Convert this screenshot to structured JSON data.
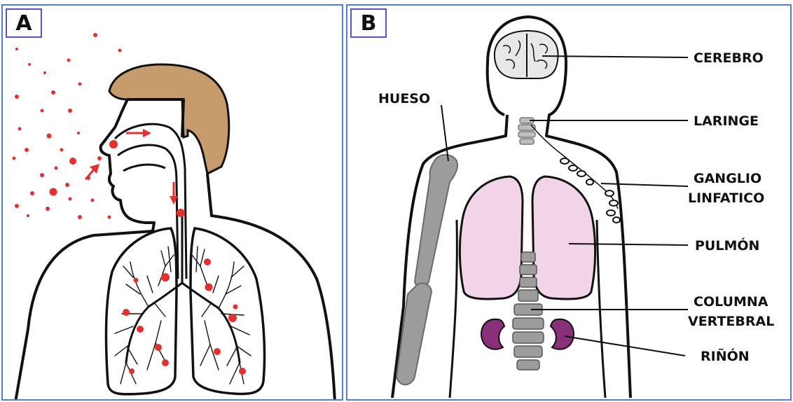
{
  "panels": [
    {
      "badge": "A"
    },
    {
      "badge": "B"
    }
  ],
  "labels": {
    "hueso": "HUESO",
    "cerebro": "CEREBRO",
    "laringe": "LARINGE",
    "ganglio_line1": "GANGLIO",
    "ganglio_line2": "LINFATICO",
    "pulmon": "PULMÓN",
    "columna_line1": "COLUMNA",
    "columna_line2": "VERTEBRAL",
    "rinon": "RIÑÓN"
  },
  "colors": {
    "outline": "#111111",
    "hair": "#c69c6d",
    "droplet": "#e53030",
    "lung": "#f1d4e8",
    "kidney": "#8a2f7a",
    "bone": "#9c9c9c",
    "frame": "#4f7fd0",
    "badge_border": "#5a4fcf"
  }
}
